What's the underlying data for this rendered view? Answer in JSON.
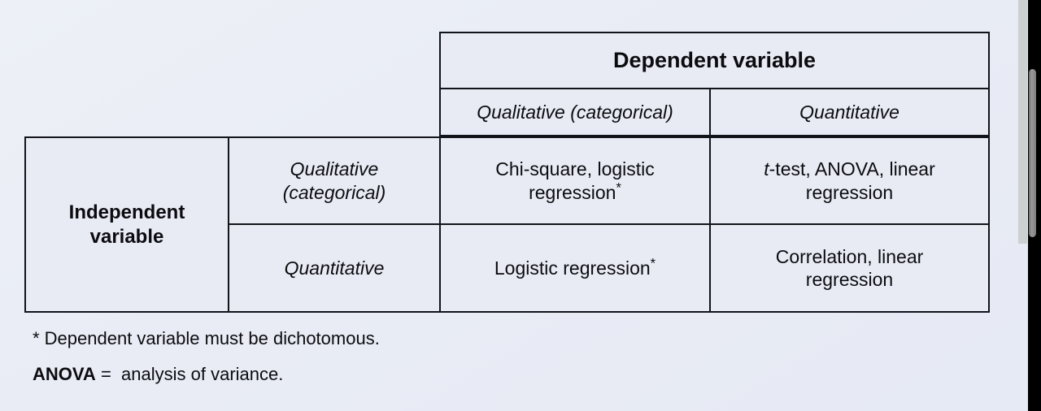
{
  "slide": {
    "background_color": "#e9ecf5",
    "table": {
      "header": {
        "title": "Dependent variable",
        "columns": [
          "Qualitative (categorical)",
          "Quantitative"
        ]
      },
      "stub": {
        "line1": "Independent",
        "line2": "variable"
      },
      "row_labels": [
        {
          "line1": "Qualitative",
          "line2": "(categorical)"
        },
        {
          "line1": "Quantitative",
          "line2": ""
        }
      ],
      "cells": [
        {
          "qualitative": {
            "line1": "Chi-square, logistic",
            "line2": "regression",
            "superscript": "*"
          },
          "quantitative": {
            "prefix_italic": "t",
            "line1": "-test, ANOVA, linear",
            "line2": "regression",
            "superscript": ""
          }
        },
        {
          "qualitative": {
            "line1": "Logistic regression",
            "line2": "",
            "superscript": "*"
          },
          "quantitative": {
            "prefix_italic": "",
            "line1": "Correlation, linear",
            "line2": "regression",
            "superscript": ""
          }
        }
      ]
    },
    "footnotes": [
      {
        "text": "* Dependent variable must be dichotomous."
      },
      {
        "abbr": "ANOVA",
        "equals": "=",
        "definition": "analysis of variance."
      }
    ]
  },
  "scrollbar": {
    "track_color": "#ccd0d1",
    "thumb_color": "#8a8a8a"
  }
}
